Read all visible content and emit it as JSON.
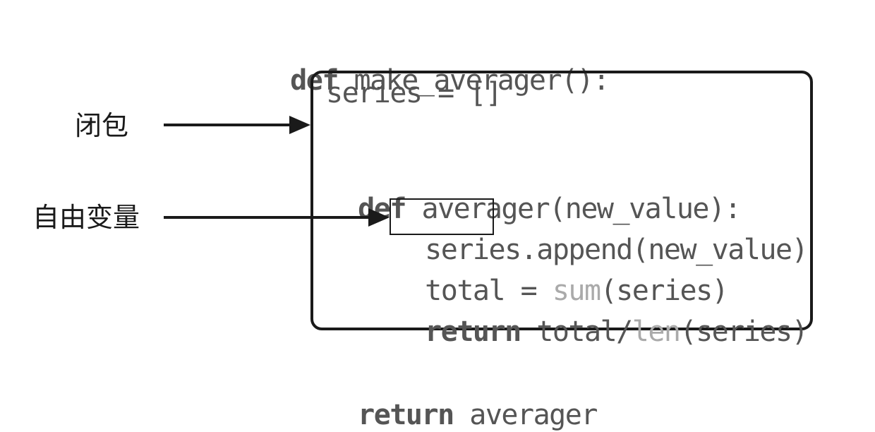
{
  "outer_def": {
    "keyword": "def",
    "signature": "make_averager():"
  },
  "closure_body": {
    "line1": "series = []",
    "inner_def": {
      "keyword": "def",
      "signature": "averager(new_value):"
    },
    "append_line": {
      "free_var": "series",
      "rest": ".append(new_value)"
    },
    "total_line": {
      "lhs": "total = ",
      "builtin": "sum",
      "args": "(series)"
    },
    "return_line": {
      "keyword": "return",
      "expr_start": " total/",
      "builtin": "len",
      "args": "(series)"
    }
  },
  "outer_return": {
    "keyword": "return",
    "value": " averager"
  },
  "labels": {
    "closure": "闭包",
    "free_variable": "自由变量"
  }
}
